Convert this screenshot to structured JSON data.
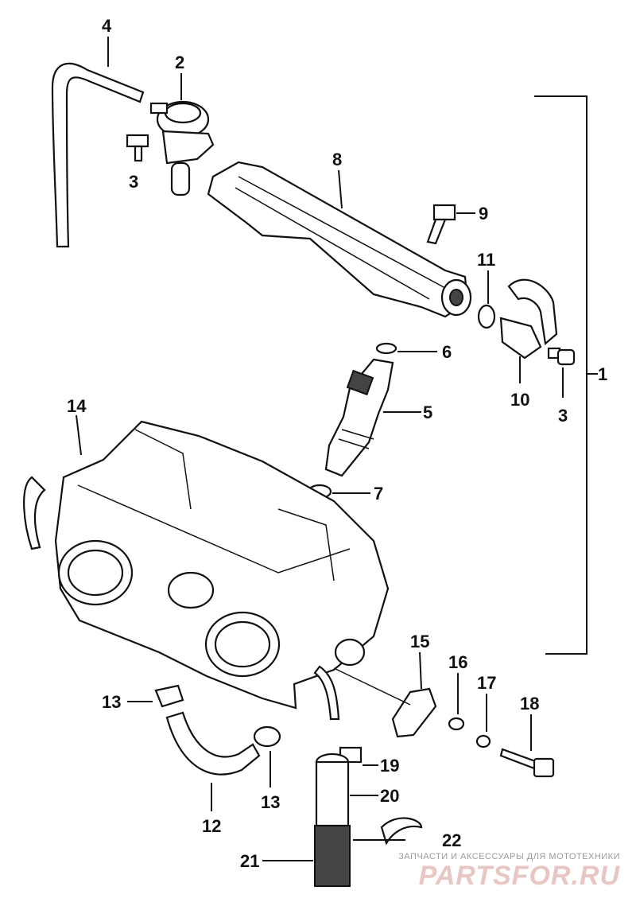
{
  "labels": {
    "l1": "1",
    "l2": "2",
    "l3a": "3",
    "l3b": "3",
    "l4": "4",
    "l5": "5",
    "l6": "6",
    "l7": "7",
    "l8": "8",
    "l9": "9",
    "l10": "10",
    "l11": "11",
    "l12": "12",
    "l13a": "13",
    "l13b": "13",
    "l14": "14",
    "l15": "15",
    "l16": "16",
    "l17": "17",
    "l18": "18",
    "l19": "19",
    "l20": "20",
    "l21": "21",
    "l22": "22"
  },
  "watermark": {
    "subtitle": "ЗАПЧАСТИ И АКСЕССУАРЫ ДЛЯ МОТОТЕХНИКИ",
    "logo": "PARTSFOR.RU"
  }
}
